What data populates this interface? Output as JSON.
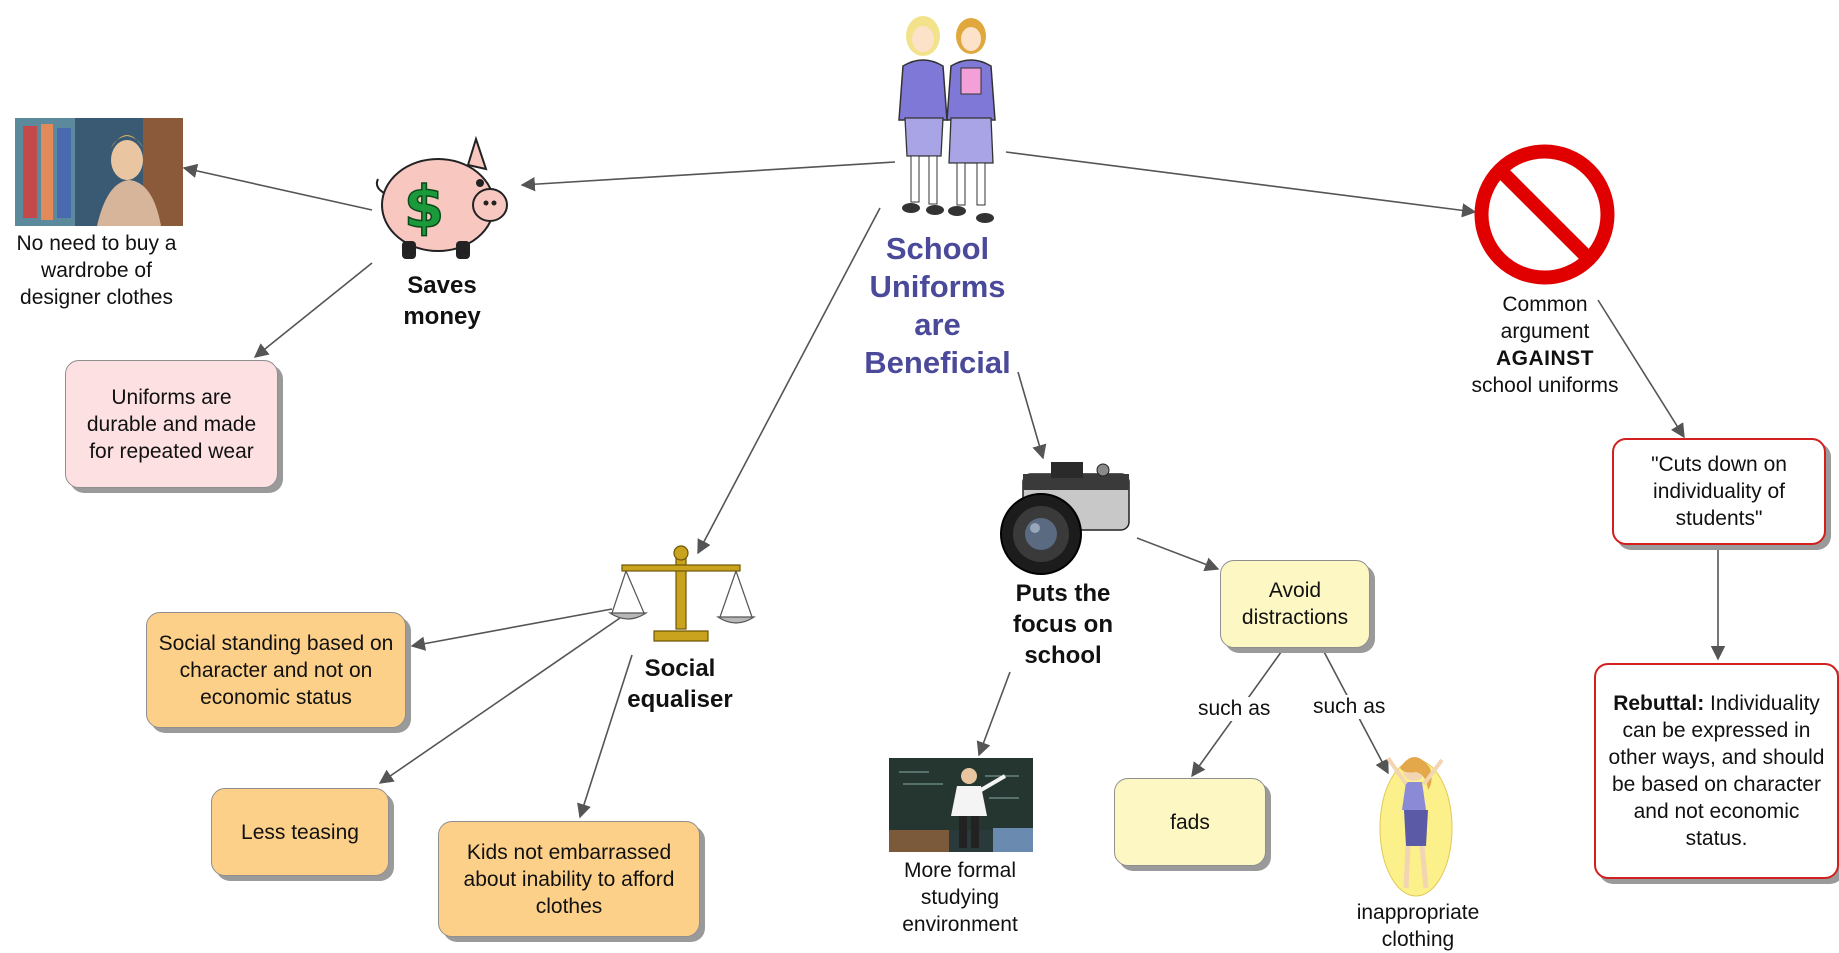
{
  "central": {
    "title": "School Uniforms are Beneficial"
  },
  "saves_money": {
    "label": "Saves money",
    "designer_caption": "No need to buy a wardrobe of designer clothes",
    "durable_box": "Uniforms are durable and made for repeated wear"
  },
  "social_equaliser": {
    "label": "Social equaliser",
    "standing_box": "Social standing based on character and not on economic status",
    "teasing_box": "Less teasing",
    "kids_box": "Kids not embarrassed about inability to afford clothes"
  },
  "focus": {
    "label": "Puts the focus on school",
    "formal_caption": "More formal studying environment",
    "avoid_box": "Avoid distractions",
    "such_as_1": "such as",
    "such_as_2": "such as",
    "fads_box": "fads",
    "inappropriate_caption": "inappropriate clothing"
  },
  "against": {
    "line1": "Common argument",
    "line2": "AGAINST",
    "line3": "school uniforms",
    "quote_box": "\"Cuts down on individuality of students\"",
    "rebuttal_bold": "Rebuttal:",
    "rebuttal_text": "Individuality can be expressed in other ways, and should be based on character and not economic status."
  },
  "colors": {
    "title": "#4b4a9a",
    "pink_box": "#fde0e2",
    "orange_box": "#fcd089",
    "yellow_box": "#fdf7c3",
    "no_sign": "#e00000",
    "piggy": "#f7c7c0",
    "dollar": "#1a9a3a",
    "scale": "#c9a21e"
  },
  "icons": [
    "schoolgirls-icon",
    "piggy-bank-icon",
    "scale-icon",
    "camera-icon",
    "no-sign-icon",
    "shopping-photo",
    "classroom-photo",
    "fashion-girl-icon"
  ]
}
